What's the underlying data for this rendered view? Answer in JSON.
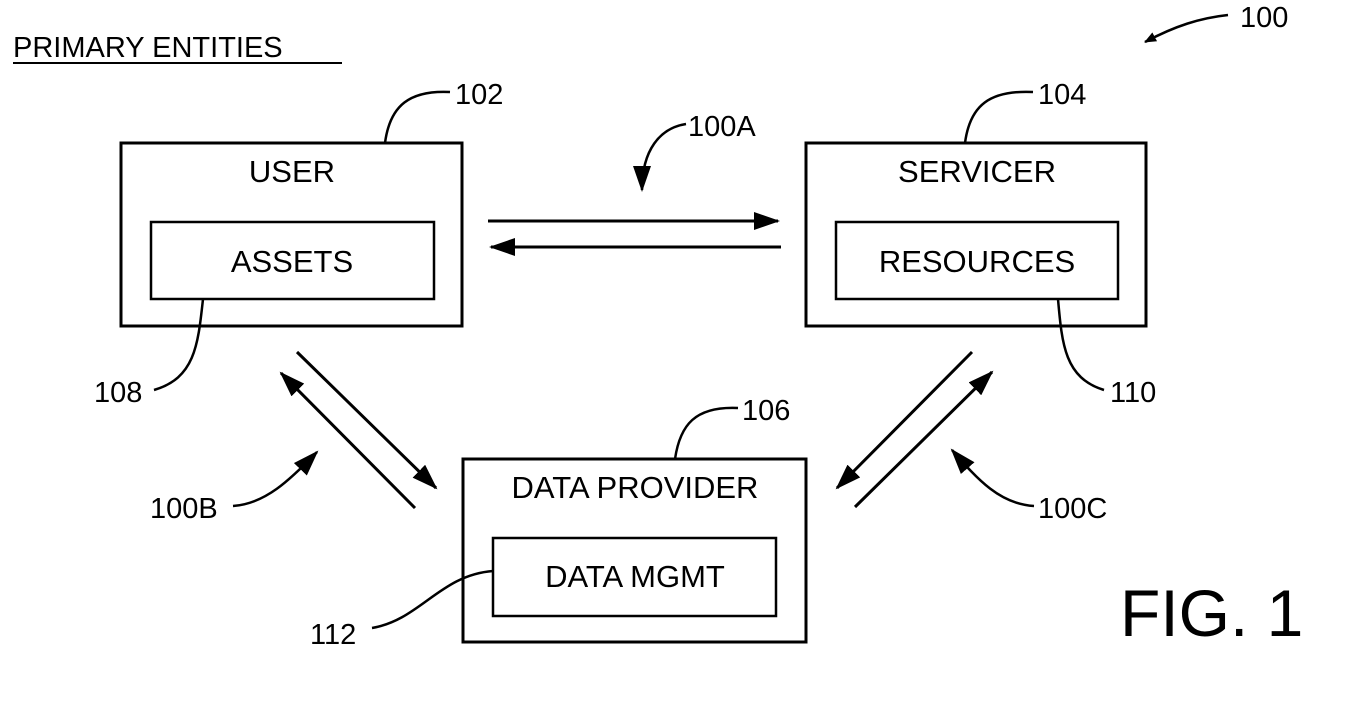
{
  "header": {
    "label": "PRIMARY ENTITIES"
  },
  "figure": {
    "number": "100",
    "caption": "FIG. 1"
  },
  "entities": {
    "user": {
      "ref": "102",
      "label": "USER",
      "inner_ref": "108",
      "inner_label": "ASSETS"
    },
    "servicer": {
      "ref": "104",
      "label": "SERVICER",
      "inner_ref": "110",
      "inner_label": "RESOURCES"
    },
    "provider": {
      "ref": "106",
      "label": "DATA PROVIDER",
      "inner_ref": "112",
      "inner_label": "DATA MGMT"
    }
  },
  "links": {
    "a": {
      "ref": "100A"
    },
    "b": {
      "ref": "100B"
    },
    "c": {
      "ref": "100C"
    }
  }
}
